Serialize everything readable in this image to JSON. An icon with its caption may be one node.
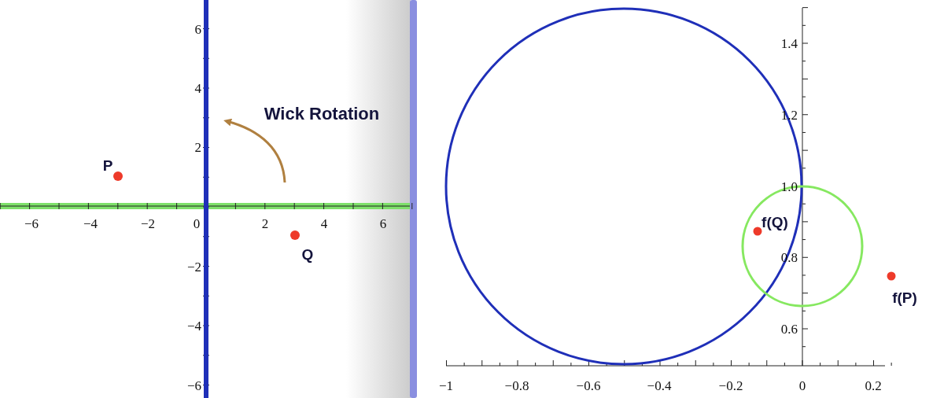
{
  "diagram": {
    "labels": [
      "6",
      "4",
      "2",
      "−2",
      "−4",
      "−6",
      "−6",
      "−4",
      "−2",
      "0",
      "2",
      "4",
      "6",
      "P",
      "Q",
      "Wick Rotation",
      "1.4",
      "1.2",
      "1.0",
      "0.8",
      "0.6",
      "−1",
      "−0.8",
      "−0.6",
      "−0.4",
      "−0.2",
      "0",
      "0.2",
      "f(Q)",
      "f(P)"
    ]
  }
}
